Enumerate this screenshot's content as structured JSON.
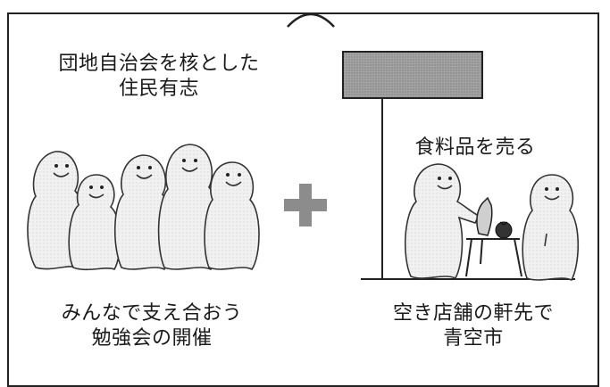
{
  "panel_left": {
    "heading_line1": "団地自治会を核とした",
    "heading_line2": "住民有志",
    "caption_line1": "みんなで支え合おう",
    "caption_line2": "勉強会の開催"
  },
  "panel_right": {
    "activity_label": "食料品を売る",
    "caption_line1": "空き店舗の軒先で",
    "caption_line2": "青空市"
  },
  "colors": {
    "figure_fill": "#ededed",
    "sign_fill": "#9a9a9a",
    "plus_fill": "#8c8c8c",
    "outline": "#222222"
  },
  "icons": [
    "plus-icon",
    "shop-sign-icon",
    "fish-icon",
    "tomato-icon",
    "table-icon"
  ]
}
